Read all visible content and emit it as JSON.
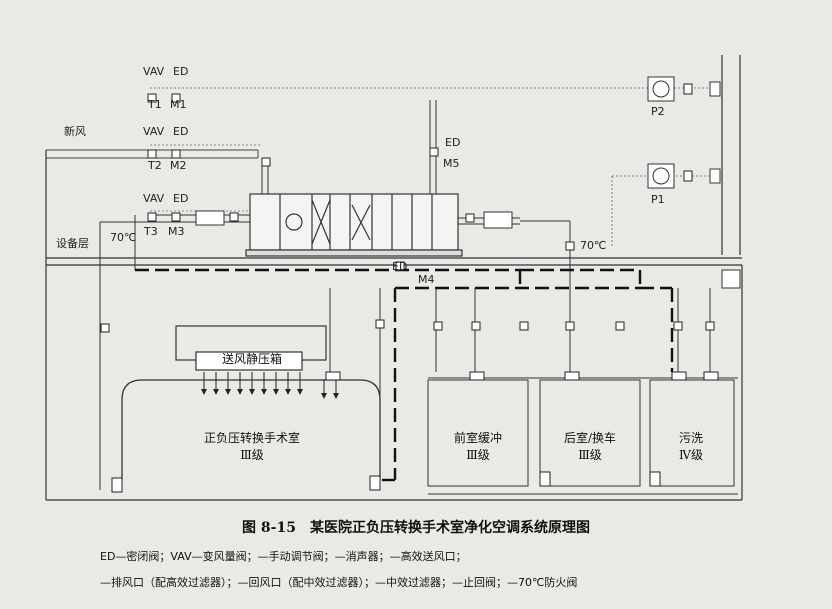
{
  "labels": {
    "fresh_air": "新风",
    "equipment_floor": "设备层",
    "vav": "VAV",
    "ed": "ED",
    "t1": "T1",
    "m1": "M1",
    "t2": "T2",
    "m2": "M2",
    "t3": "T3",
    "m3": "M3",
    "m4": "M4",
    "m5": "M5",
    "p1": "P1",
    "p2": "P2",
    "temp_left": "70℃",
    "temp_right": "70℃",
    "plenum": "送风静压箱"
  },
  "rooms": {
    "r1_name": "正负压转换手术室",
    "r1_level": "Ⅲ级",
    "r2_name": "前室缓冲",
    "r2_level": "Ⅲ级",
    "r3_name": "后室/换车",
    "r3_level": "Ⅲ级",
    "r4_name": "污洗",
    "r4_level": "Ⅳ级"
  },
  "caption": "图 8-15　某医院正负压转换手术室净化空调系统原理图",
  "legend": {
    "line1": "ED—密闭阀；VAV—变风量阀；—手动调节阀；—消声器；—高效送风口；",
    "line2": "—排风口（配高效过滤器）；—回风口（配中效过滤器）；—中效过滤器；—止回阀；—70℃防火阀"
  }
}
